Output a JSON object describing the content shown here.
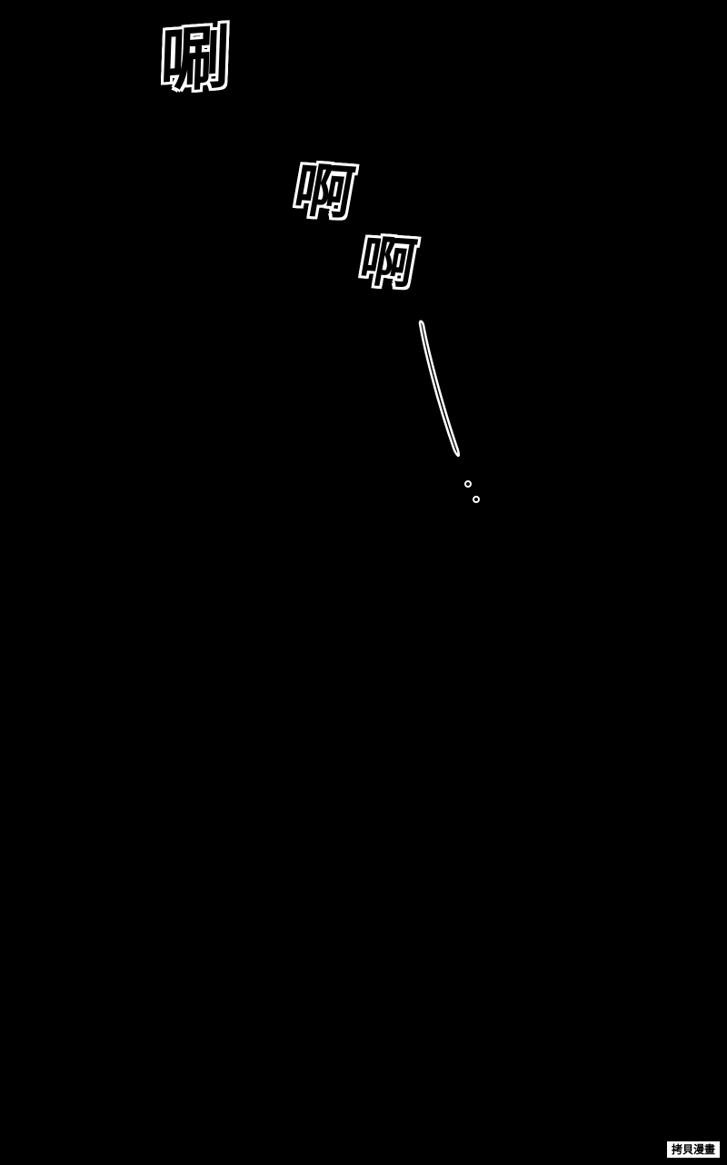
{
  "panel": {
    "background_color": "#000000",
    "outline_color": "#ffffff"
  },
  "sfx": {
    "first": "唰",
    "second": "啊",
    "third": "啊"
  },
  "watermark": {
    "text": "拷貝漫畫"
  }
}
